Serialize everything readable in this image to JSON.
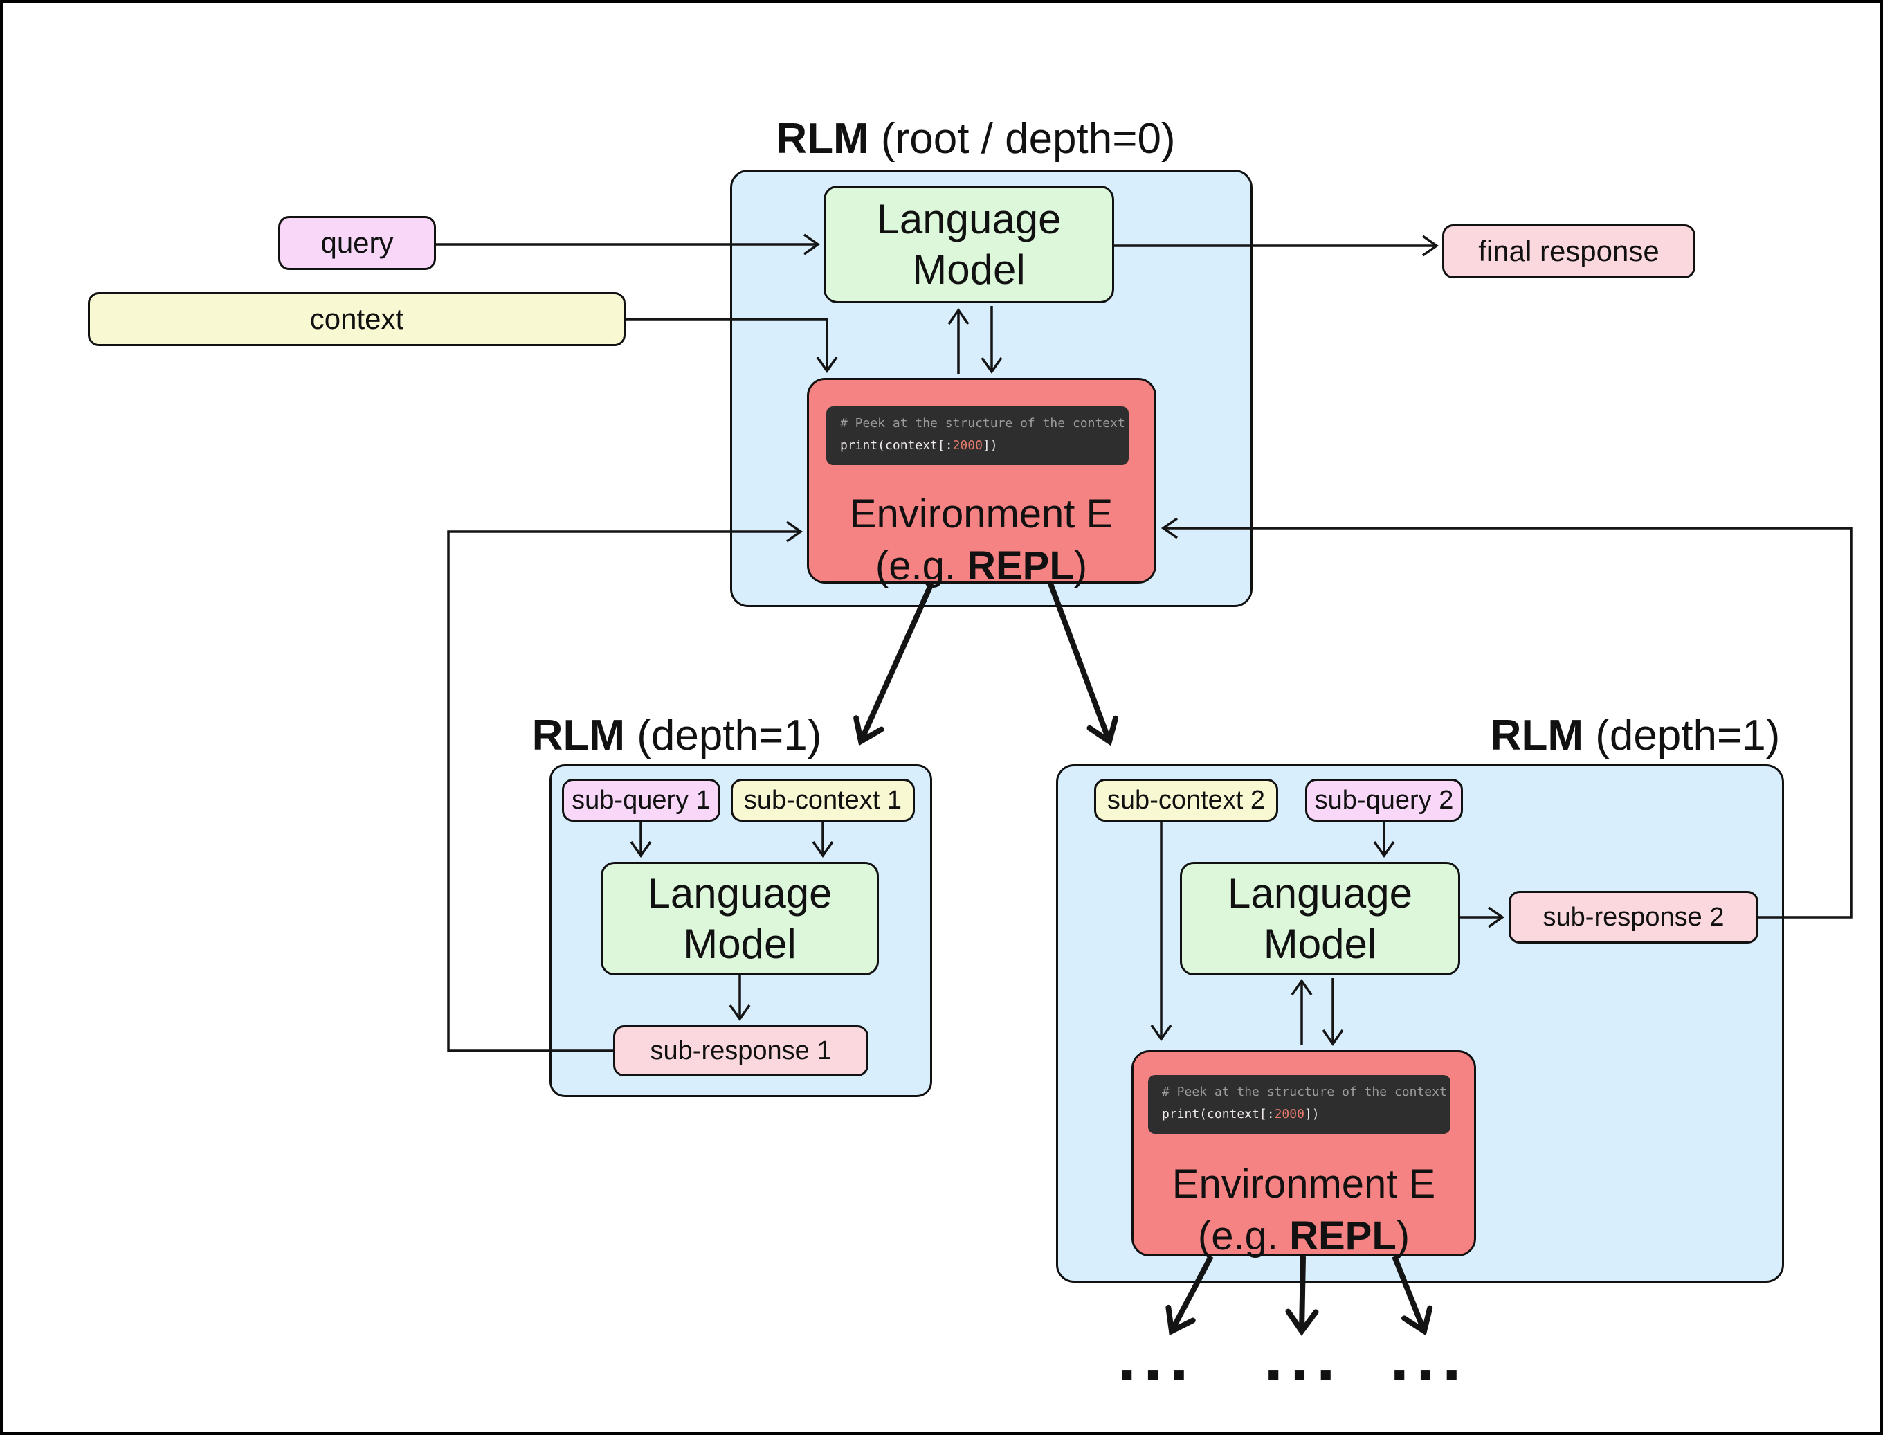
{
  "colors": {
    "background": "#ffffff",
    "frame_border": "#000000",
    "container_fill": "#D8EEFC",
    "model_fill": "#DCF7D9",
    "environment_fill": "#F58383",
    "query_fill": "#F8D7F9",
    "context_fill": "#F8F8D2",
    "response_fill": "#FBD8DE",
    "code_bg": "#2E2E2E",
    "code_comment": "#9C9C9C",
    "code_text": "#EFE9E9",
    "code_number": "#E4796B",
    "line": "#141414"
  },
  "root": {
    "title_bold": "RLM",
    "title_rest": " (root / depth=0)",
    "query_label": "query",
    "context_label": "context",
    "final_response_label": "final response",
    "language_model_label": "Language\nModel",
    "environment_title": "Environment E",
    "environment_sub_prefix": "(e.g. ",
    "environment_sub_bold": "REPL",
    "environment_sub_suffix": ")",
    "code": {
      "comment": "# Peek at the structure of the context",
      "print_prefix": "print(context[:",
      "number": "2000",
      "suffix": "])"
    }
  },
  "left_child": {
    "title_bold": "RLM",
    "title_rest": " (depth=1)",
    "sub_query_label": "sub-query 1",
    "sub_context_label": "sub-context 1",
    "language_model_label": "Language\nModel",
    "sub_response_label": "sub-response 1"
  },
  "right_child": {
    "title_bold": "RLM",
    "title_rest": " (depth=1)",
    "sub_context_label": "sub-context 2",
    "sub_query_label": "sub-query 2",
    "language_model_label": "Language\nModel",
    "sub_response_label": "sub-response 2",
    "environment_title": "Environment E",
    "environment_sub_prefix": "(e.g. ",
    "environment_sub_bold": "REPL",
    "environment_sub_suffix": ")",
    "code": {
      "comment": "# Peek at the structure of the context",
      "print_prefix": "print(context[:",
      "number": "2000",
      "suffix": "])"
    },
    "recursion_ellipsis": [
      "...",
      "...",
      "..."
    ]
  }
}
